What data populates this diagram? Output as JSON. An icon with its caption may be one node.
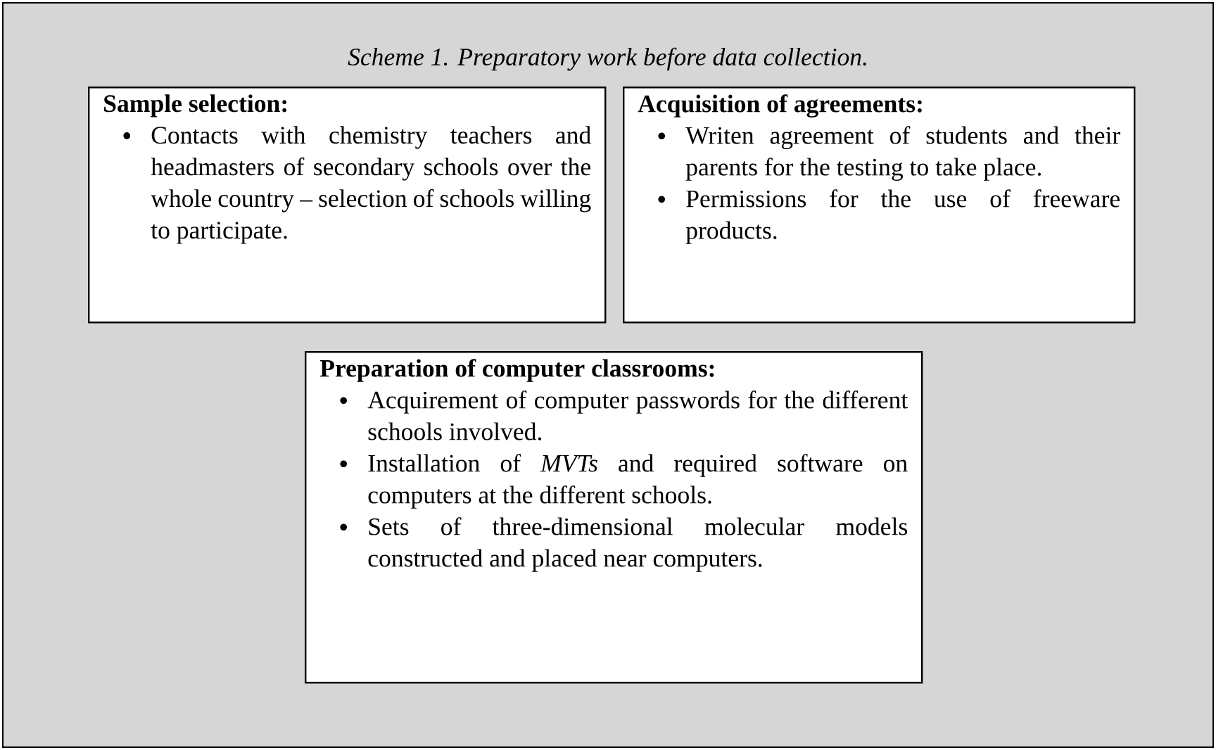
{
  "diagram": {
    "nodes": [
      {
        "text": [
          "Scheme 1. Preparatory work before data collection."
        ]
      },
      {
        "text": [
          "Sample selection:",
          "Contacts with chemistry teachers and headmasters of secondary schools over the whole country – selection of schools willing to participate."
        ],
        "in": 0
      },
      {
        "text": [
          "Acquisition of agreements:",
          "Writen agreement of students and their parents for the testing to take place.",
          "Permissions for the use of freeware products."
        ],
        "in": 0
      },
      {
        "text": [
          "Preparation of computer classrooms:",
          "Acquirement of computer passwords for the different schools involved.",
          "Installation of *MVTs* and required software on computers at the different schools.",
          "Sets of three-dimensional molecular models constructed and placed near computers."
        ],
        "in": 0
      }
    ],
    "edges": []
  }
}
